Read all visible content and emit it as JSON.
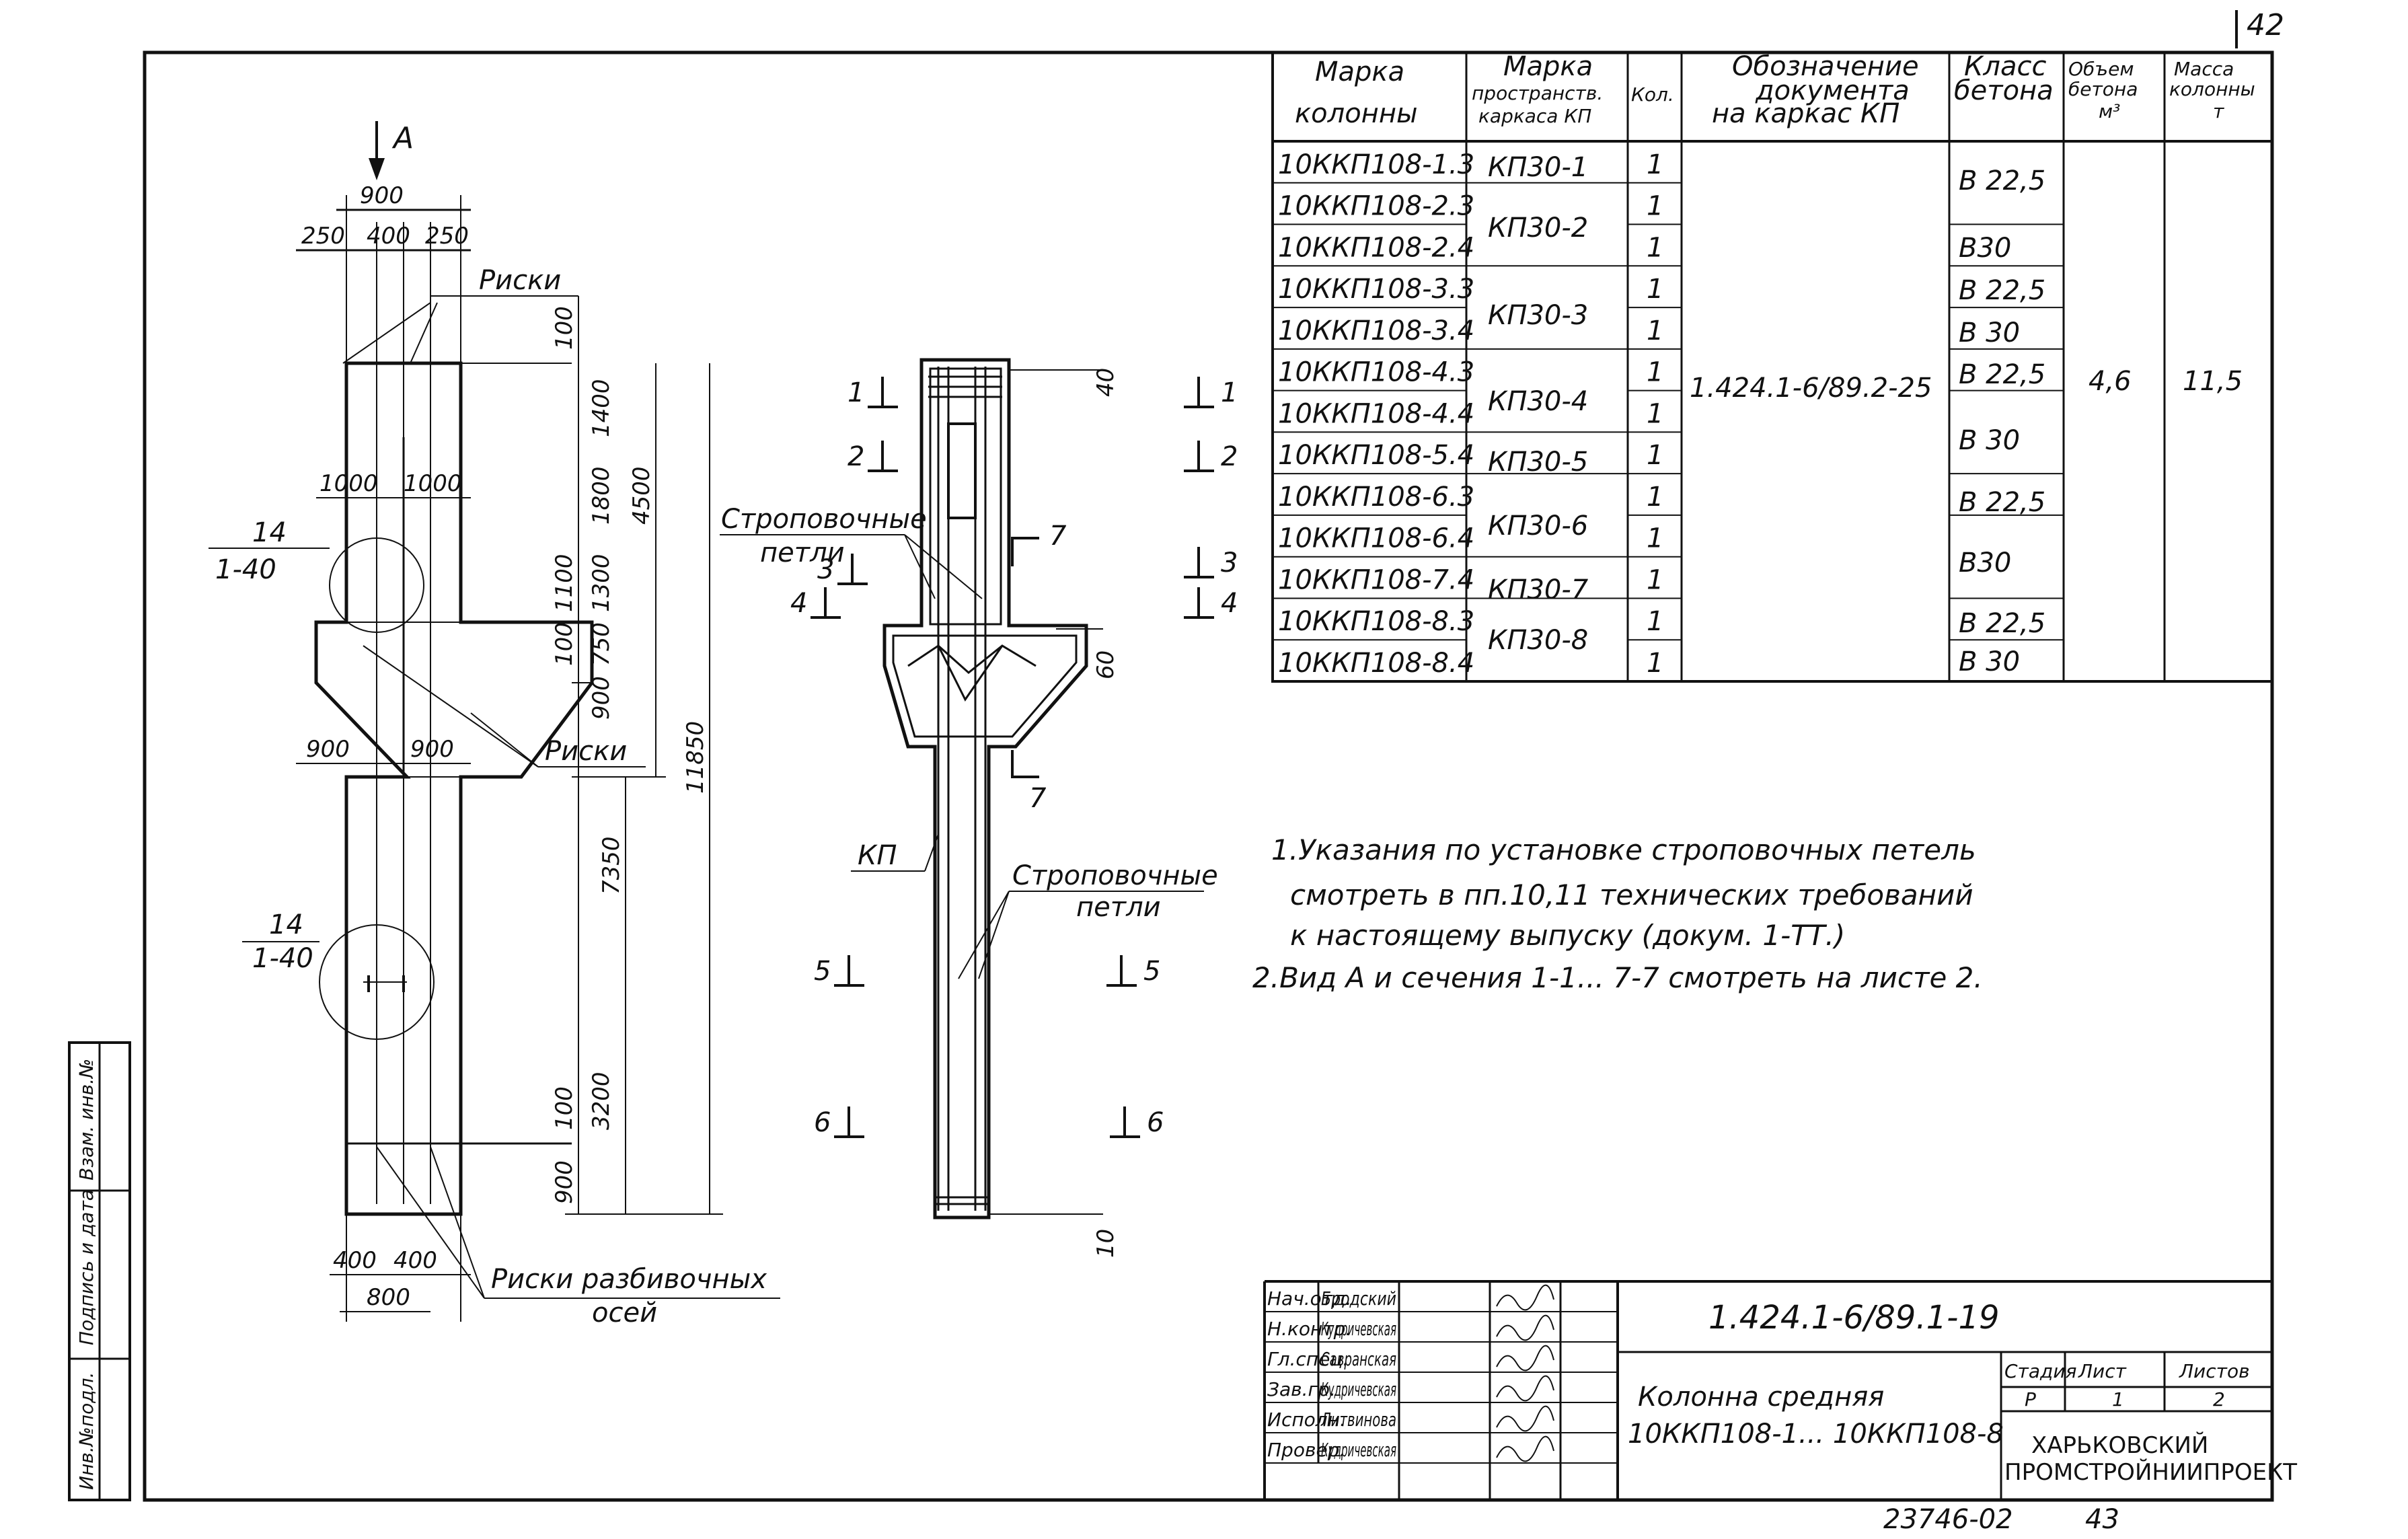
{
  "sheet": {
    "page_number": "42",
    "document_code": "1.424.1-6/89.1-19",
    "title_line1": "Колонна средняя",
    "title_line2": "10ККП108-1... 10ККП108-8",
    "stage_label": "Стадия",
    "stage_value": "Р",
    "sheet_label": "Лист",
    "sheet_value": "1",
    "sheets_label": "Листов",
    "sheets_value": "2",
    "org_line1": "ХАРЬКОВСКИЙ",
    "org_line2": "ПРОМСТРОЙНИИПРОЕКТ",
    "bottom_number": "23746-02",
    "bottom_page": "43",
    "side_labels": [
      "Инв.№подл.",
      "Подпись и дата",
      "Взам. инв.№"
    ]
  },
  "signatures": [
    {
      "role": "Нач.отд.",
      "name": "Бродский"
    },
    {
      "role": "Н.контр.",
      "name": "Кудричевская"
    },
    {
      "role": "Гл.спец.",
      "name": "Савранская"
    },
    {
      "role": "Зав.гр.",
      "name": "Кудричевская"
    },
    {
      "role": "Исполн.",
      "name": "Литвинова"
    },
    {
      "role": "Провер.",
      "name": "Кудричевская"
    }
  ],
  "spec_table": {
    "headers": {
      "mark": [
        "Марка",
        "колонны"
      ],
      "frame": [
        "Марка",
        "пространств.",
        "каркаса КП"
      ],
      "qty": [
        "Кол."
      ],
      "doc": [
        "Обозначение",
        "документа",
        "на каркас КП"
      ],
      "concrete": [
        "Класс",
        "бетона"
      ],
      "volume": [
        "Объем",
        "бетона",
        "м³"
      ],
      "mass": [
        "Масса",
        "колонны",
        "т"
      ]
    },
    "rows": [
      {
        "mark": "10ККП108-1.3",
        "qty": "1"
      },
      {
        "mark": "10ККП108-2.3",
        "qty": "1"
      },
      {
        "mark": "10ККП108-2.4",
        "qty": "1"
      },
      {
        "mark": "10ККП108-3.3",
        "qty": "1"
      },
      {
        "mark": "10ККП108-3.4",
        "qty": "1"
      },
      {
        "mark": "10ККП108-4.3",
        "qty": "1"
      },
      {
        "mark": "10ККП108-4.4",
        "qty": "1"
      },
      {
        "mark": "10ККП108-5.4",
        "qty": "1"
      },
      {
        "mark": "10ККП108-6.3",
        "qty": "1"
      },
      {
        "mark": "10ККП108-6.4",
        "qty": "1"
      },
      {
        "mark": "10ККП108-7.4",
        "qty": "1"
      },
      {
        "mark": "10ККП108-8.3",
        "qty": "1"
      },
      {
        "mark": "10ККП108-8.4",
        "qty": "1"
      }
    ],
    "frames": [
      "КП30-1",
      "КП30-2",
      "КП30-3",
      "КП30-4",
      "КП30-5",
      "КП30-6",
      "КП30-7",
      "КП30-8"
    ],
    "concrete_classes": [
      "В 22,5",
      "В30",
      "В 22,5",
      "В 30",
      "В 22,5",
      "В 30",
      "В 22,5",
      "В30",
      "В 22,5",
      "В 30"
    ],
    "document": "1.424.1-6/89.2-25",
    "volume": "4,6",
    "mass": "11,5"
  },
  "notes": [
    "1.Указания по установке строповочных петель",
    "смотреть в пп.10,11 технических требований",
    "к настоящему выпуску (докум. 1-ТТ.)",
    "2.Вид А и сечения 1-1... 7-7 смотреть на листе 2."
  ],
  "drawing_left": {
    "view_label": "А",
    "dims_top": [
      "900",
      "250",
      "400",
      "250"
    ],
    "dims_vertical": [
      "100",
      "1400",
      "1800",
      "1100",
      "1300",
      "100",
      "750",
      "900",
      "4500",
      "11850",
      "7350",
      "100",
      "3200",
      "900"
    ],
    "dims_horizontal": [
      "1000",
      "1000",
      "900",
      "900",
      "400",
      "400",
      "800"
    ],
    "callouts": [
      {
        "num": "14",
        "ref": "1-40"
      },
      {
        "num": "14",
        "ref": "1-40"
      }
    ],
    "labels": [
      "Риски",
      "Риски",
      "Риски разбивочных",
      "осей"
    ]
  },
  "drawing_right": {
    "section_marks": [
      "1",
      "1",
      "2",
      "2",
      "3",
      "3",
      "4",
      "4",
      "5",
      "5",
      "6",
      "6",
      "7",
      "7"
    ],
    "dims": [
      "40",
      "60",
      "10"
    ],
    "labels": [
      "Строповочные",
      "петли",
      "КП",
      "Строповочные",
      "петли"
    ]
  }
}
